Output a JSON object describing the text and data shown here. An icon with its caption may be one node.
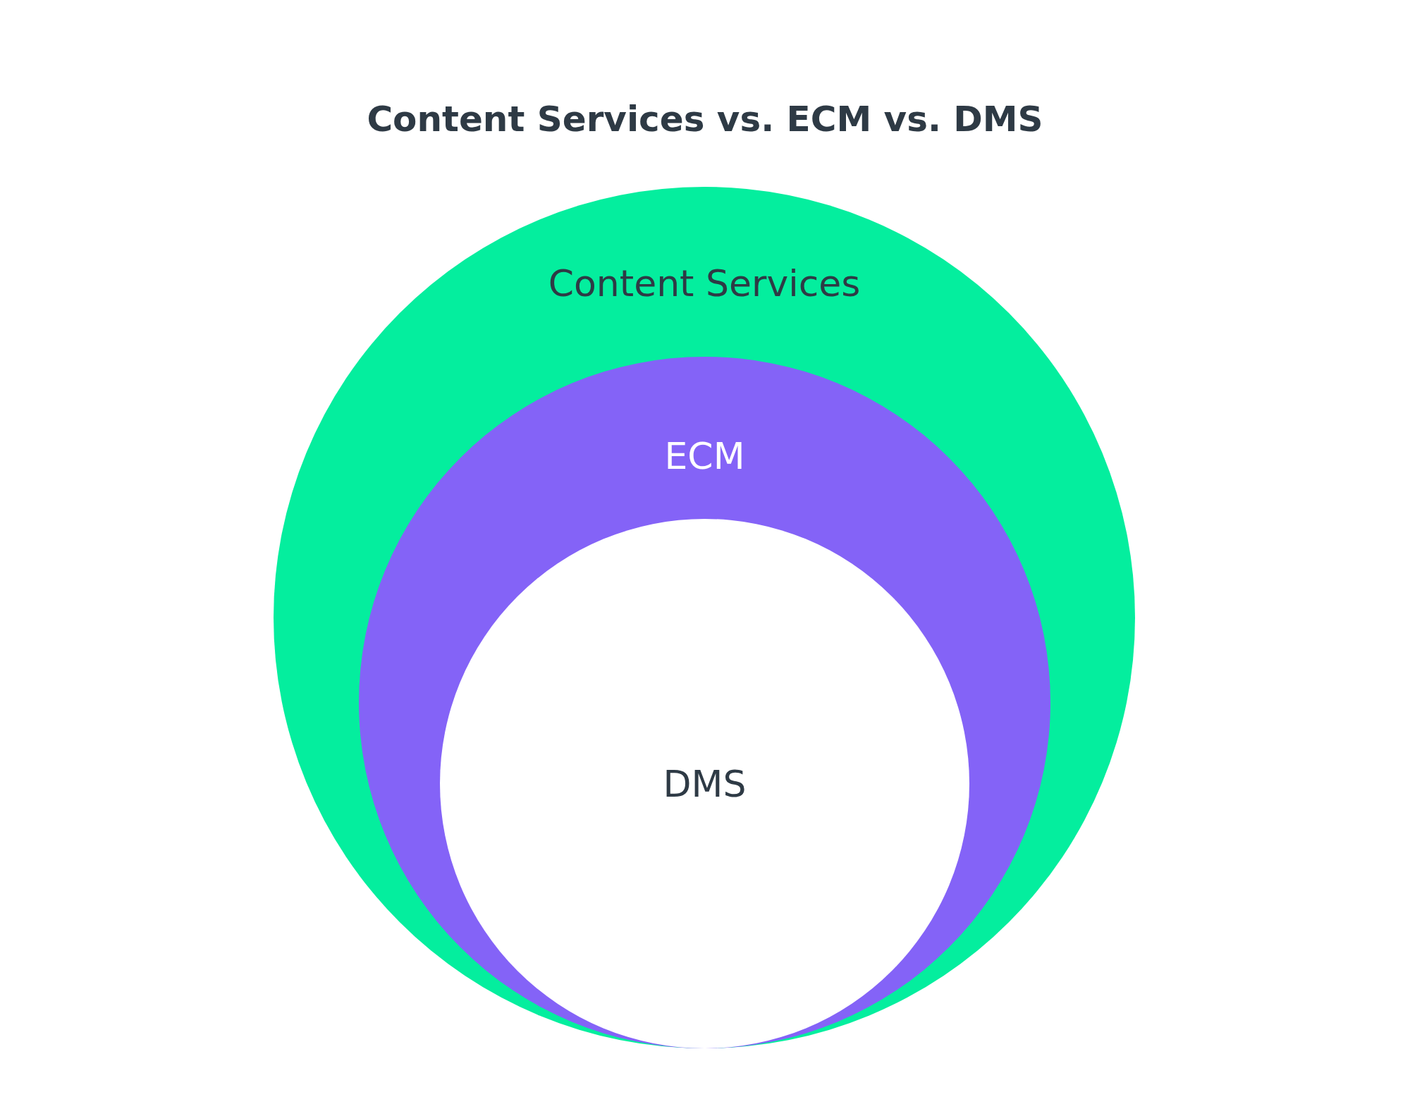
{
  "diagram": {
    "title": "Content Services vs. ECM vs. DMS",
    "nodes": [
      {
        "text": [
          "Content Services"
        ]
      },
      {
        "text": [
          "ECM"
        ],
        "in": 0
      },
      {
        "text": [
          "DMS"
        ],
        "in": 1
      }
    ]
  }
}
